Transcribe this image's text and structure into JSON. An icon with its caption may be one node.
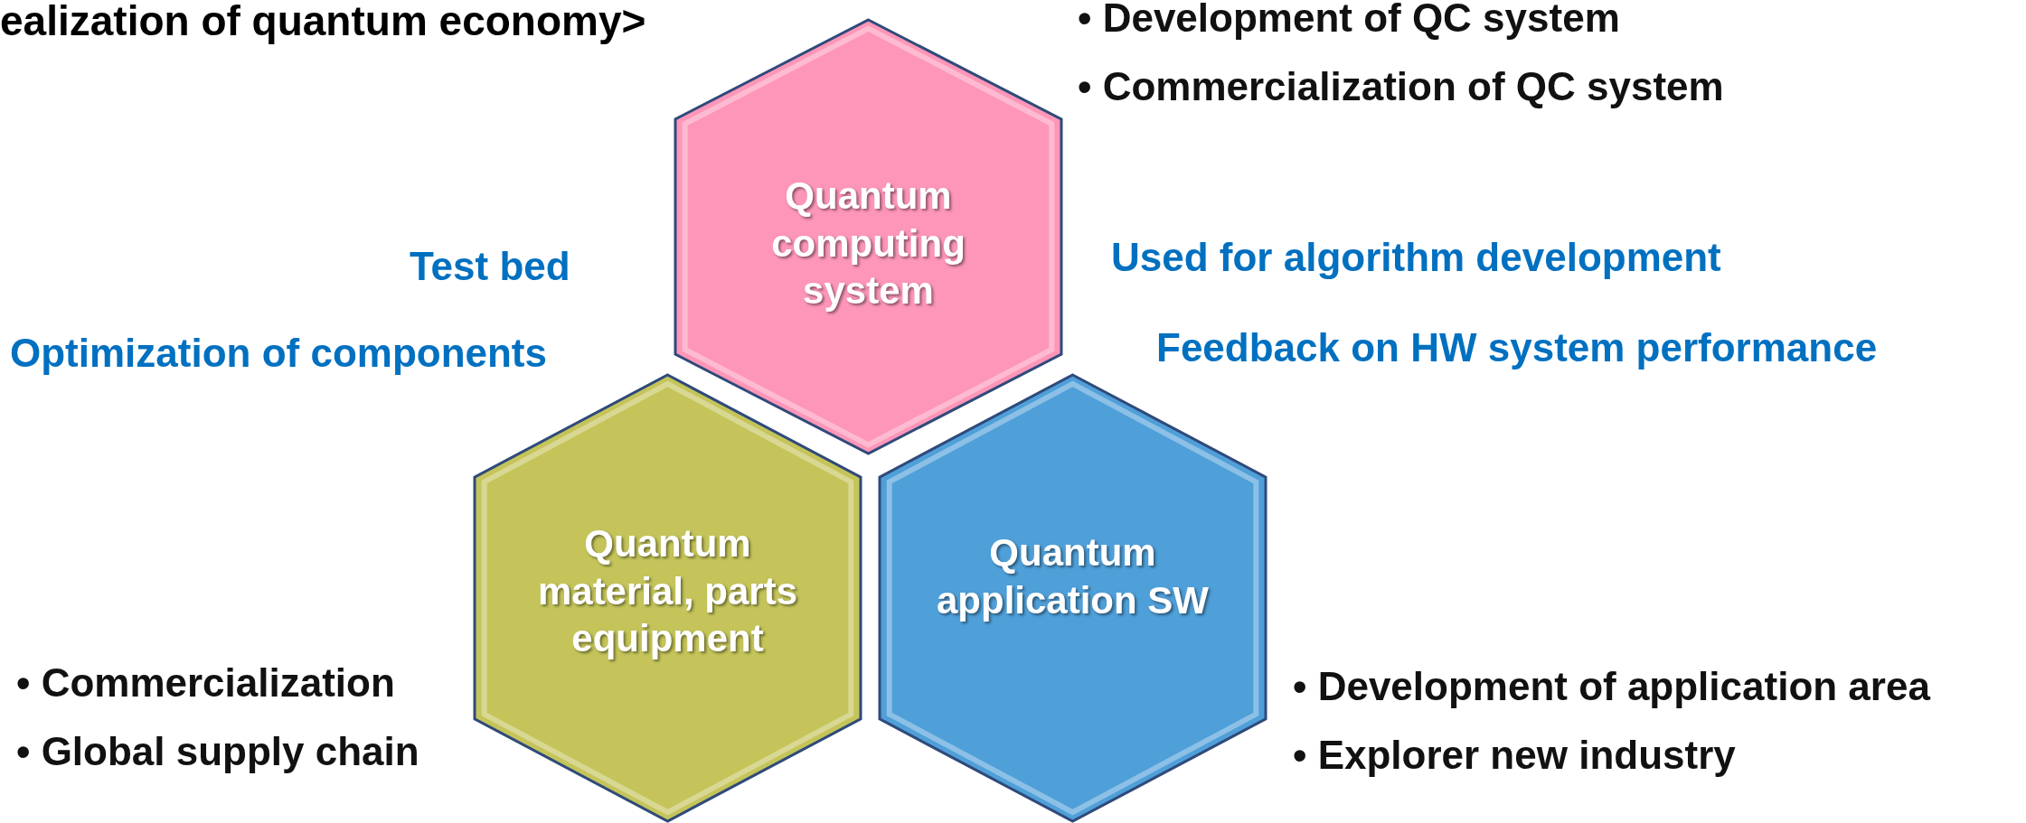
{
  "diagram": {
    "title": "ealization of quantum economy>",
    "nodes": [
      {
        "text": [
          "Quantum computing system"
        ],
        "beside": [
          "• Development of QC system",
          "• Commercialization of QC system"
        ]
      },
      {
        "text": [
          "Quantum material, parts equipment"
        ],
        "beside": [
          "• Commercialization",
          "• Global supply chain"
        ]
      },
      {
        "text": [
          "Quantum application SW"
        ],
        "beside": [
          "• Development of application area",
          "• Explorer new industry"
        ]
      }
    ],
    "labels": [
      "Test bed",
      "Optimization of components",
      "Used for algorithm development",
      "Feedback on HW system performance"
    ]
  }
}
